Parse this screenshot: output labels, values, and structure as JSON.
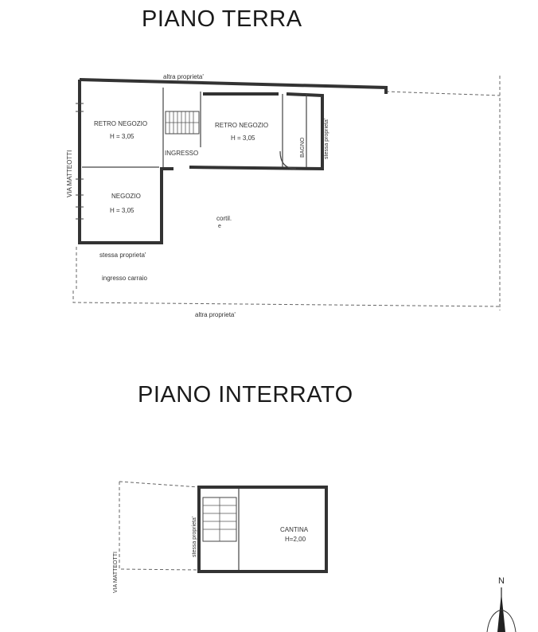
{
  "titles": {
    "ground": "PIANO TERRA",
    "basement": "PIANO INTERRATO"
  },
  "ground_floor": {
    "boundary_top": "altra proprieta'",
    "boundary_bottom": "altra proprieta'",
    "street": "VIA MATTEOTTI",
    "same_owner_right": "stessa proprieta'",
    "same_owner_left": "stessa proprieta'",
    "entrance_drive": "ingresso carraio",
    "courtyard": "cortil.",
    "courtyard_sub": "e",
    "rooms": [
      {
        "name": "RETRO NEGOZIO",
        "height": "H = 3,05"
      },
      {
        "name": "RETRO NEGOZIO",
        "height": "H = 3,05"
      },
      {
        "name": "NEGOZIO",
        "height": "H = 3,05"
      }
    ],
    "entrance": "INGRESSO",
    "bathroom": "BAGNO"
  },
  "basement_floor": {
    "street": "VIA MATTEOTTI",
    "same_owner": "stessa proprieta'",
    "room": {
      "name": "CANTINA",
      "height": "H=2,00"
    }
  },
  "compass": {
    "north": "N"
  }
}
